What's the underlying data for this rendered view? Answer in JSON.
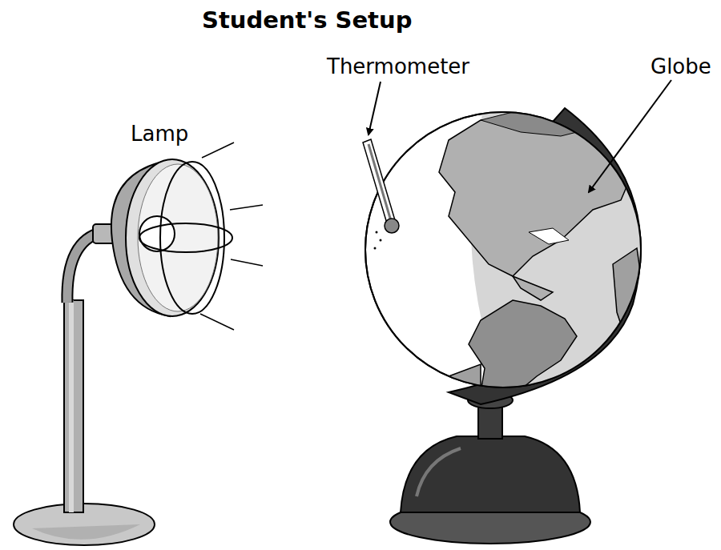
{
  "diagram": {
    "title": "Student's Setup",
    "labels": [
      "Lamp",
      "Thermometer",
      "Globe"
    ]
  }
}
